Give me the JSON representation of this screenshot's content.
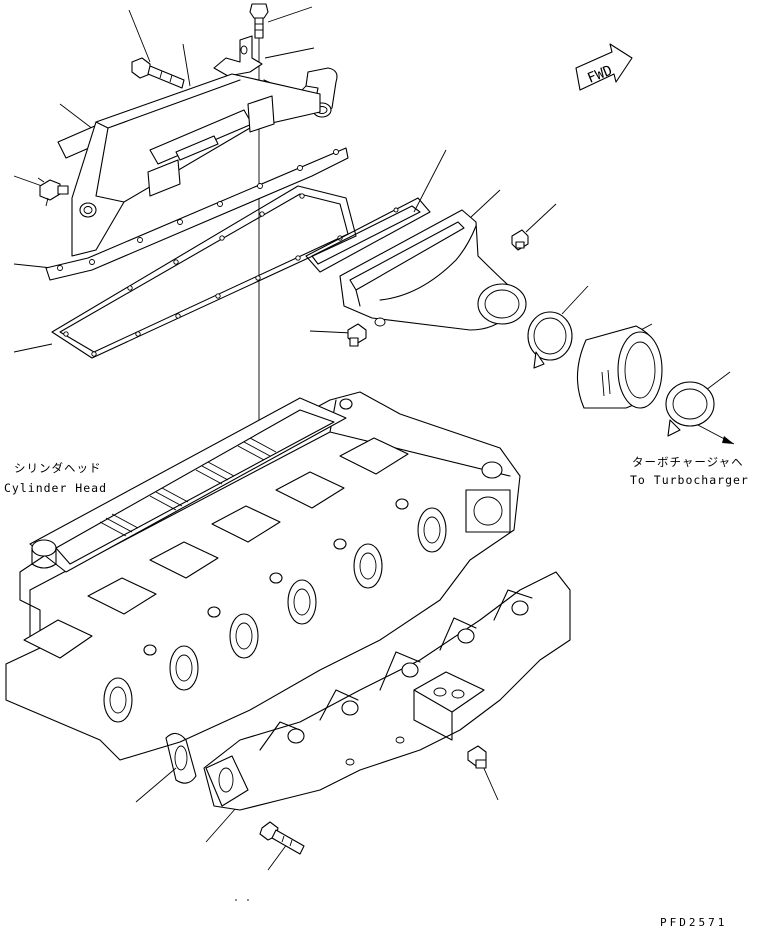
{
  "labels": {
    "cylinder_head_jp": "シリンダヘッド",
    "cylinder_head_en": "Cylinder Head",
    "turbo_jp": "ターボチャージャヘ",
    "turbo_en": "To Turbocharger",
    "fwd": "FWD",
    "drawing_code": "PFD2571"
  }
}
